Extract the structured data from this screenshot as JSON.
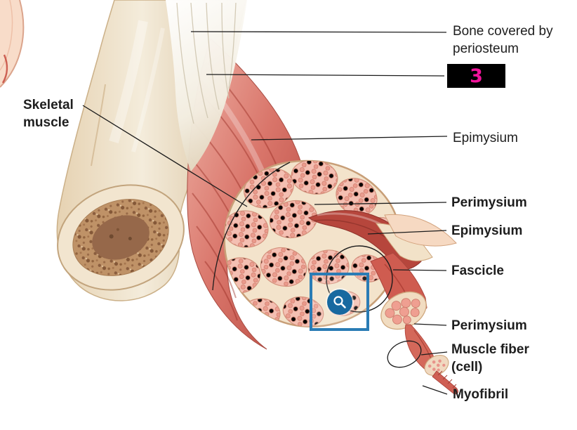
{
  "diagram": {
    "subject": "Skeletal muscle anatomy cutaway",
    "labels": {
      "skeletal_muscle": "Skeletal muscle",
      "bone_periosteum": "Bone covered by periosteum",
      "epimysium_plain": "Epimysium",
      "perimysium_upper": "Perimysium",
      "epimysium_bold": "Epimysium",
      "fascicle": "Fascicle",
      "perimysium_lower": "Perimysium",
      "muscle_fiber": "Muscle fiber (cell)",
      "myofibril": "Myofibril"
    },
    "answer_slot": {
      "value": "3",
      "text_color": "#f2139b",
      "background": "#000000"
    },
    "zoom_button": {
      "icon": "magnifier-icon",
      "border_color": "#2a7cb5",
      "fill_color": "#1769a0"
    }
  }
}
